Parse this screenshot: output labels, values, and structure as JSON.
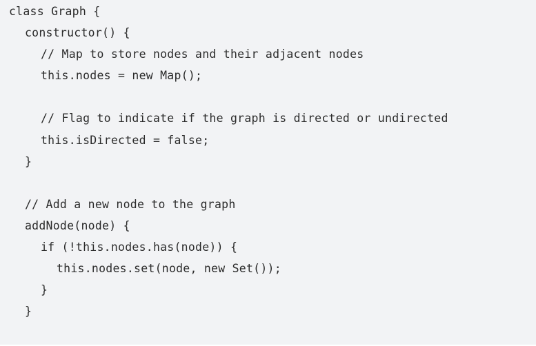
{
  "code": {
    "language": "JavaScript",
    "lines": [
      "class Graph {",
      "constructor() {",
      "// Map to store nodes and their adjacent nodes",
      "this.nodes = new Map();",
      "",
      "// Flag to indicate if the graph is directed or undirected",
      "this.isDirected = false;",
      "}",
      "",
      "// Add a new node to the graph",
      "addNode(node) {",
      "if (!this.nodes.has(node)) {",
      "this.nodes.set(node, new Set());",
      "}",
      "}"
    ]
  },
  "colors": {
    "background": "#f2f3f5",
    "text": "#2b2b2b"
  }
}
